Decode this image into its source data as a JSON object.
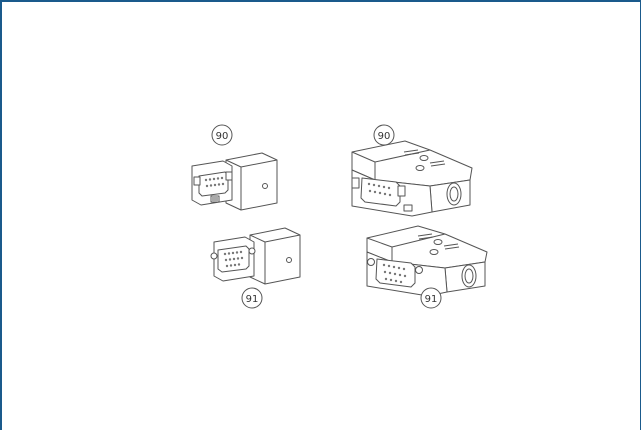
{
  "callouts": {
    "top_left": "90",
    "top_right": "90",
    "bottom_left": "91",
    "bottom_right": "91"
  },
  "colors": {
    "frame_border": "#1a5a8c",
    "line": "#555555",
    "fill": "#ffffff"
  }
}
